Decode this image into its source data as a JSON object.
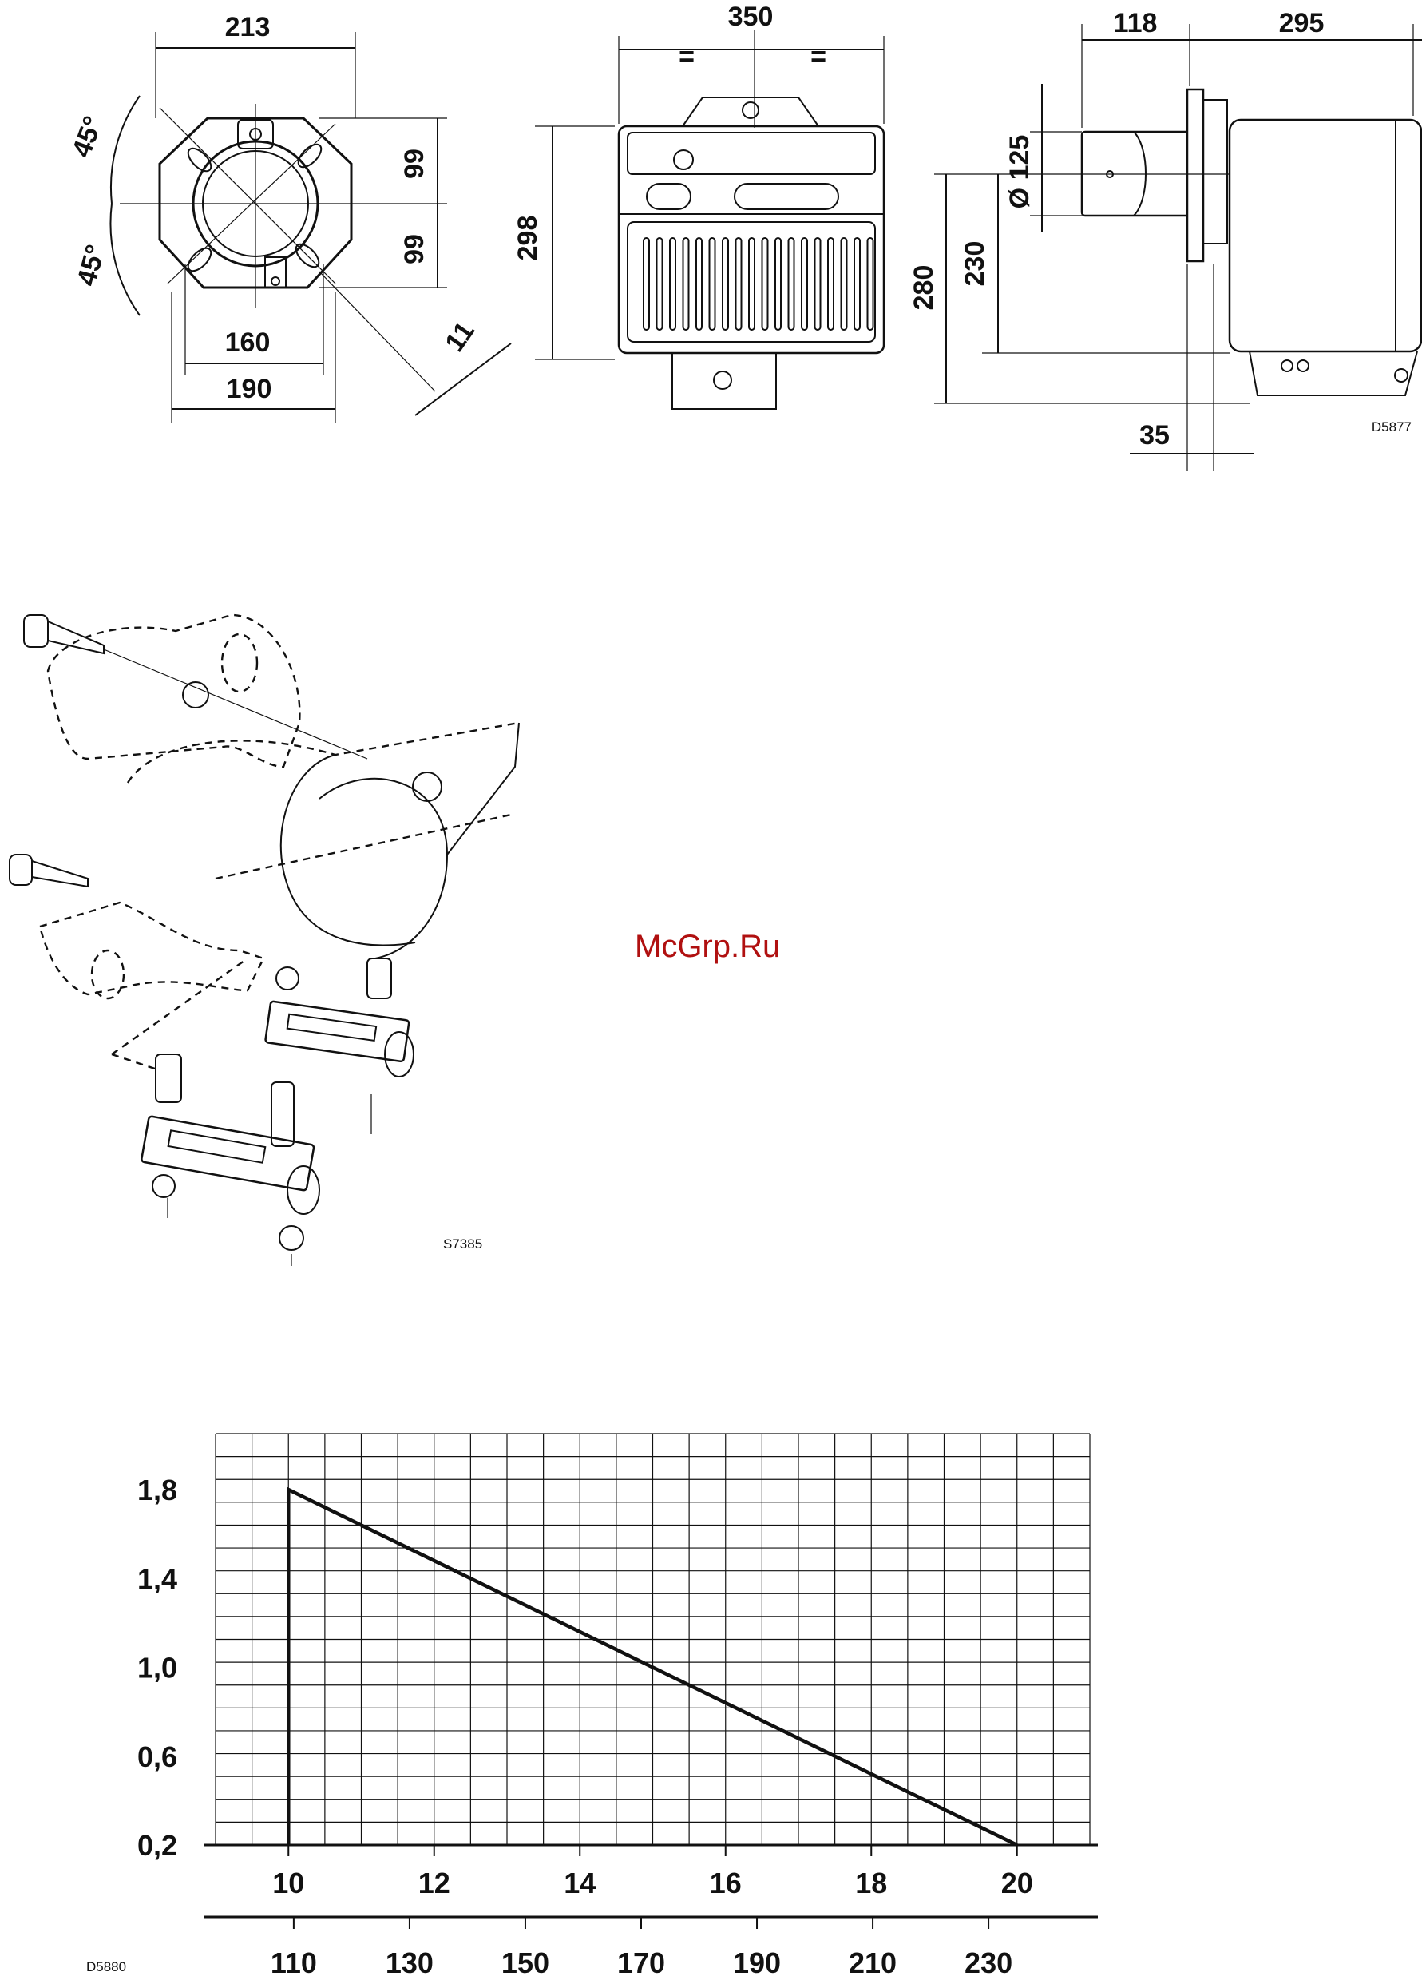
{
  "dimensions_drawing": {
    "code": "D5877",
    "front_view": {
      "width_top": "213",
      "angle_upper": "45°",
      "angle_lower": "45°",
      "upper_half": "99",
      "lower_half": "99",
      "hole_dia": "11",
      "inner_width": "160",
      "outer_width": "190"
    },
    "middle_view": {
      "width": "350",
      "equal_left": "=",
      "equal_right": "=",
      "height": "298"
    },
    "side_view": {
      "tube_length": "118",
      "body_length": "295",
      "tube_diameter": "Ø 125",
      "axis_height": "230",
      "total_height": "280",
      "flange_offset": "35"
    }
  },
  "assembly_drawing": {
    "code": "S7385"
  },
  "watermark": "McGrp.Ru",
  "chart_data": {
    "type": "line",
    "code": "D5880",
    "title": "",
    "xlabel": "",
    "ylabel": "",
    "x_primary_ticks": [
      "10",
      "12",
      "14",
      "16",
      "18",
      "20"
    ],
    "x_primary_range": [
      9,
      21
    ],
    "x_secondary_ticks": [
      "110",
      "130",
      "150",
      "170",
      "190",
      "210",
      "230"
    ],
    "x_secondary_range": [
      96.5,
      247.5
    ],
    "y_ticks": [
      "1,8",
      "1,4",
      "1,0",
      "0,6",
      "0,2"
    ],
    "y_range": [
      0.2,
      1.8
    ],
    "grid": true,
    "series": [
      {
        "x": [
          10,
          10,
          20
        ],
        "y": [
          0.2,
          1.8,
          0.2
        ]
      }
    ]
  }
}
